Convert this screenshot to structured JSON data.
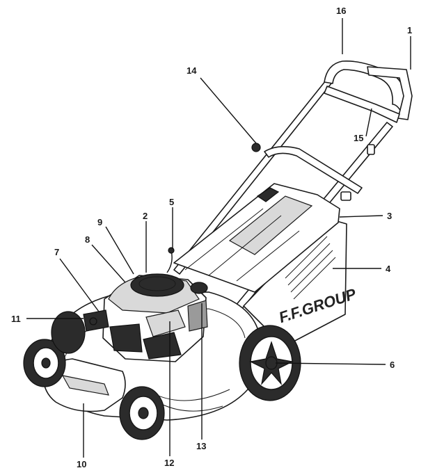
{
  "brand_label": "F.F.GROUP",
  "callouts": [
    {
      "id": "1",
      "label": "1"
    },
    {
      "id": "2",
      "label": "2"
    },
    {
      "id": "3",
      "label": "3"
    },
    {
      "id": "4",
      "label": "4"
    },
    {
      "id": "5",
      "label": "5"
    },
    {
      "id": "6",
      "label": "6"
    },
    {
      "id": "7",
      "label": "7"
    },
    {
      "id": "8",
      "label": "8"
    },
    {
      "id": "9",
      "label": "9"
    },
    {
      "id": "10",
      "label": "10"
    },
    {
      "id": "11",
      "label": "11"
    },
    {
      "id": "12",
      "label": "12"
    },
    {
      "id": "13",
      "label": "13"
    },
    {
      "id": "14",
      "label": "14"
    },
    {
      "id": "15",
      "label": "15"
    },
    {
      "id": "16",
      "label": "16"
    }
  ]
}
